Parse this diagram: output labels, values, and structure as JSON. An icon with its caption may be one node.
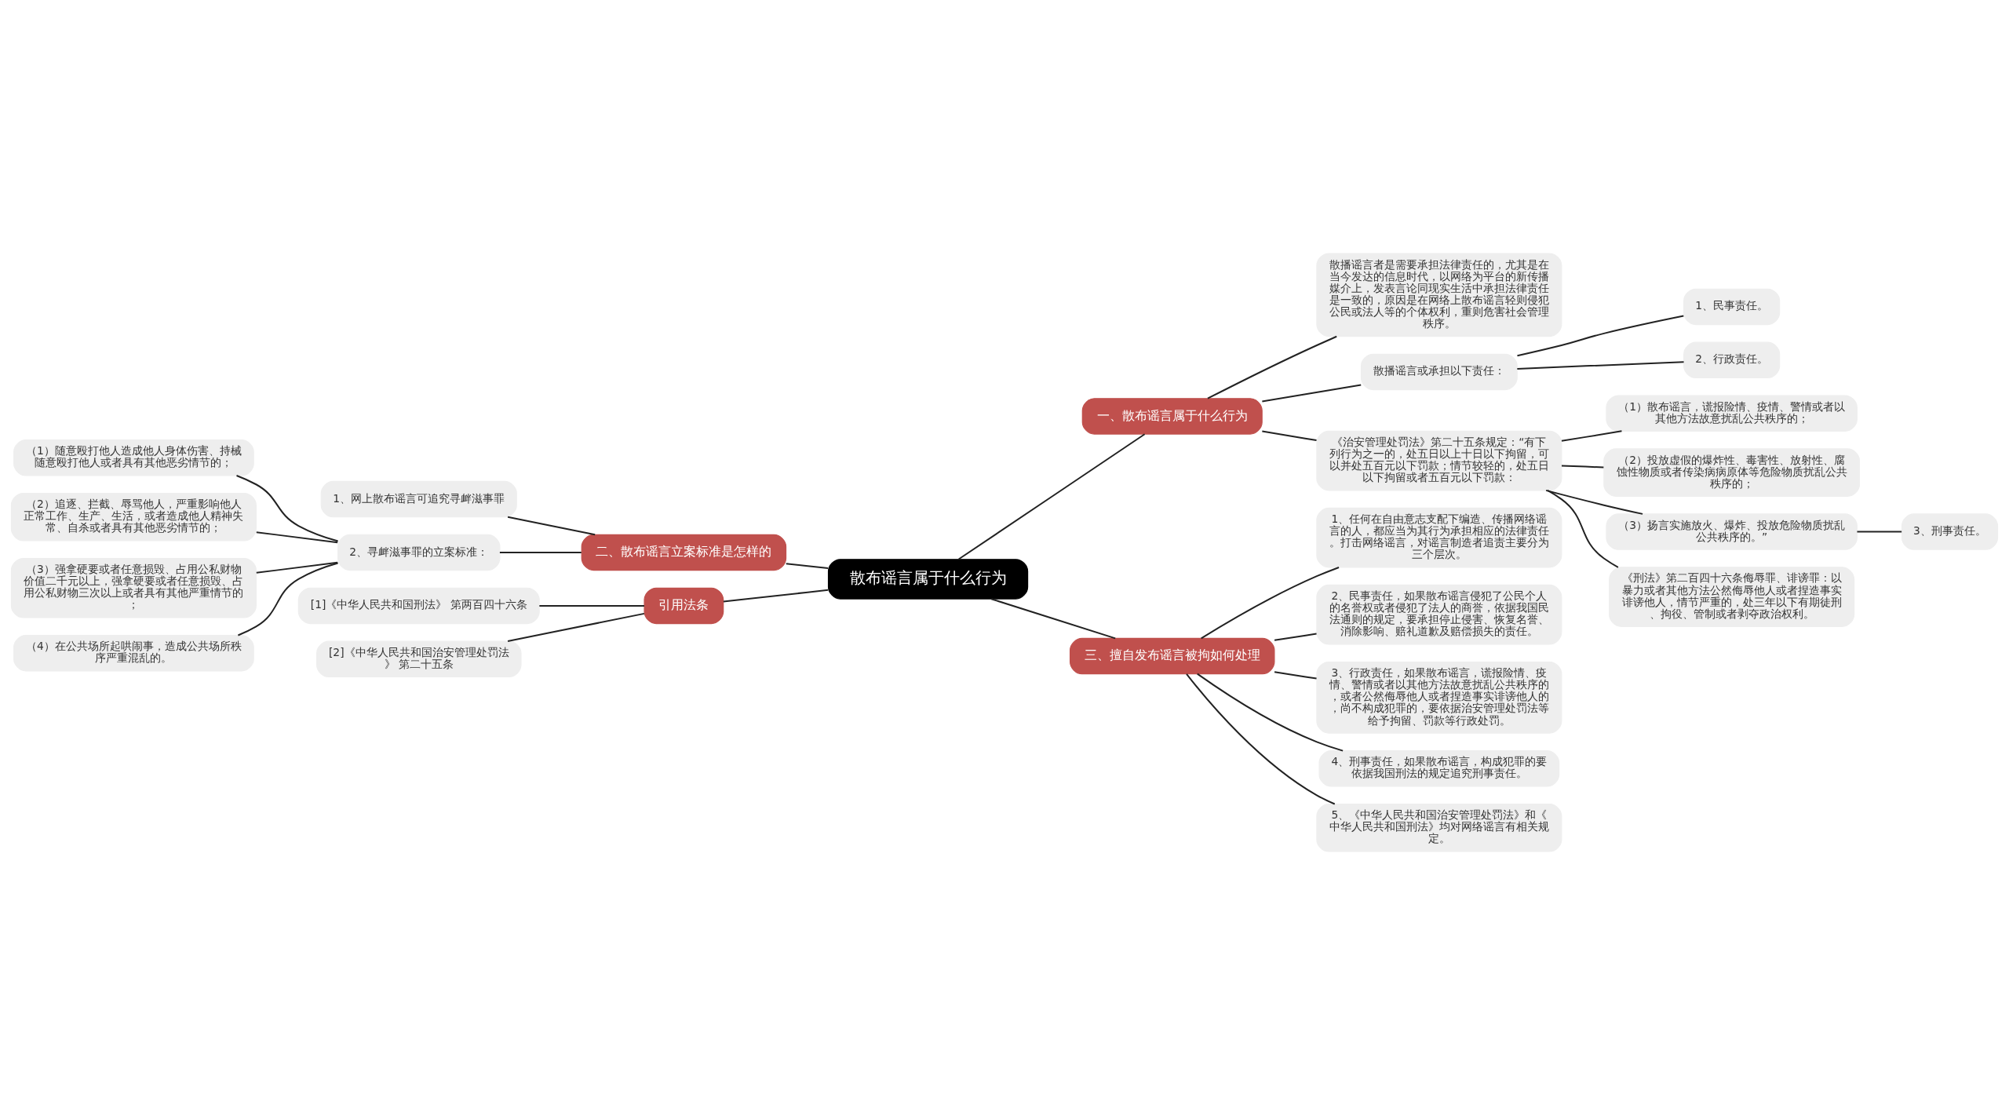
{
  "diagram": {
    "nodes": [
      {
        "text": [
          "散布谣言属于什么行为"
        ]
      },
      {
        "text": [
          "一、散布谣言属于什么行为"
        ]
      },
      {
        "text": [
          "散播谣言者是需要承担法律责任的，尤其是在当今发达的信息时代，以网络为平台的新传播媒介上，发表言论同现实生活中承担法律责任是一致的，原因是在网络上散布谣言轻则侵犯公民或法人等的个体权利，重则危害社会管理秩序。"
        ]
      },
      {
        "text": [
          "散播谣言或承担以下责任："
        ]
      },
      {
        "text": [
          "1、民事责任。"
        ]
      },
      {
        "text": [
          "2、行政责任。"
        ]
      },
      {
        "text": [
          "《治安管理处罚法》第二十五条规定：“有下列行为之一的，处五日以上十日以下拘留，可以并处五百元以下罚款；情节较轻的，处五日以下拘留或者五百元以下罚款："
        ]
      },
      {
        "text": [
          "（1）散布谣言，谎报险情、疫情、警情或者以其他方法故意扰乱公共秩序的；"
        ]
      },
      {
        "text": [
          "（2）投放虚假的爆炸性、毒害性、放射性、腐蚀性物质或者传染病病原体等危险物质扰乱公共秩序的；"
        ]
      },
      {
        "text": [
          "（3）扬言实施放火、爆炸、投放危险物质扰乱公共秩序的。”"
        ]
      },
      {
        "text": [
          "3、刑事责任。"
        ]
      },
      {
        "text": [
          "《刑法》第二百四十六条侮辱罪、诽谤罪：以暴力或者其他方法公然侮辱他人或者捏造事实诽谤他人，情节严重的，处三年以下有期徒刑、拘役、管制或者剥夺政治权利。"
        ]
      },
      {
        "text": [
          "二、散布谣言立案标准是怎样的"
        ]
      },
      {
        "text": [
          "1、网上散布谣言可追究寻衅滋事罪"
        ]
      },
      {
        "text": [
          "2、寻衅滋事罪的立案标准："
        ]
      },
      {
        "text": [
          "（1）随意殴打他人造成他人身体伤害、持械随意殴打他人或者具有其他恶劣情节的；"
        ]
      },
      {
        "text": [
          "（2）追逐、拦截、辱骂他人，严重影响他人正常工作、生产、生活，或者造成他人精神失常、自杀或者具有其他恶劣情节的；"
        ]
      },
      {
        "text": [
          "（3）强拿硬要或者任意损毁、占用公私财物价值二千元以上，强拿硬要或者任意损毁、占用公私财物三次以上或者具有其他严重情节的；"
        ]
      },
      {
        "text": [
          "（4）在公共场所起哄闹事，造成公共场所秩序严重混乱的。"
        ]
      },
      {
        "text": [
          "引用法条"
        ]
      },
      {
        "text": [
          "[1]《中华人民共和国刑法》 第两百四十六条"
        ]
      },
      {
        "text": [
          "[2]《中华人民共和国治安管理处罚法》 第二十五条"
        ]
      },
      {
        "text": [
          "三、擅自发布谣言被拘如何处理"
        ]
      },
      {
        "text": [
          "1、任何在自由意志支配下编造、传播网络谣言的人，都应当为其行为承担相应的法律责任。打击网络谣言，对谣言制造者追责主要分为三个层次。"
        ]
      },
      {
        "text": [
          "2、民事责任，如果散布谣言侵犯了公民个人的名誉权或者侵犯了法人的商誉，依据我国民法通则的规定，要承担停止侵害、恢复名誉、消除影响、赔礼道歉及赔偿损失的责任。"
        ]
      },
      {
        "text": [
          "3、行政责任，如果散布谣言，谎报险情、疫情、警情或者以其他方法故意扰乱公共秩序的，或者公然侮辱他人或者捏造事实诽谤他人的，尚不构成犯罪的，要依据治安管理处罚法等给予拘留、罚款等行政处罚。"
        ]
      },
      {
        "text": [
          "4、刑事责任，如果散布谣言，构成犯罪的要依据我国刑法的规定追究刑事责任。"
        ]
      },
      {
        "text": [
          "5、《中华人民共和国治安管理处罚法》和《中华人民共和国刑法》均对网络谣言有相关规定。"
        ]
      }
    ],
    "edges": [
      {
        "from": 0,
        "to": 1,
        "arrow": "none"
      },
      {
        "from": 1,
        "to": 2,
        "arrow": "none"
      },
      {
        "from": 1,
        "to": 3,
        "arrow": "none"
      },
      {
        "from": 3,
        "to": 4,
        "arrow": "none"
      },
      {
        "from": 3,
        "to": 5,
        "arrow": "none"
      },
      {
        "from": 1,
        "to": 6,
        "arrow": "none"
      },
      {
        "from": 6,
        "to": 7,
        "arrow": "none"
      },
      {
        "from": 6,
        "to": 8,
        "arrow": "none"
      },
      {
        "from": 6,
        "to": 9,
        "arrow": "none"
      },
      {
        "from": 9,
        "to": 10,
        "arrow": "none"
      },
      {
        "from": 6,
        "to": 11,
        "arrow": "none"
      },
      {
        "from": 0,
        "to": 12,
        "arrow": "none"
      },
      {
        "from": 12,
        "to": 13,
        "arrow": "none"
      },
      {
        "from": 12,
        "to": 14,
        "arrow": "none"
      },
      {
        "from": 14,
        "to": 15,
        "arrow": "none"
      },
      {
        "from": 14,
        "to": 16,
        "arrow": "none"
      },
      {
        "from": 14,
        "to": 17,
        "arrow": "none"
      },
      {
        "from": 14,
        "to": 18,
        "arrow": "none"
      },
      {
        "from": 0,
        "to": 19,
        "arrow": "none"
      },
      {
        "from": 19,
        "to": 20,
        "arrow": "none"
      },
      {
        "from": 19,
        "to": 21,
        "arrow": "none"
      },
      {
        "from": 0,
        "to": 22,
        "arrow": "none"
      },
      {
        "from": 22,
        "to": 23,
        "arrow": "none"
      },
      {
        "from": 22,
        "to": 24,
        "arrow": "none"
      },
      {
        "from": 22,
        "to": 25,
        "arrow": "none"
      },
      {
        "from": 22,
        "to": 26,
        "arrow": "none"
      },
      {
        "from": 22,
        "to": 27,
        "arrow": "none"
      }
    ]
  }
}
